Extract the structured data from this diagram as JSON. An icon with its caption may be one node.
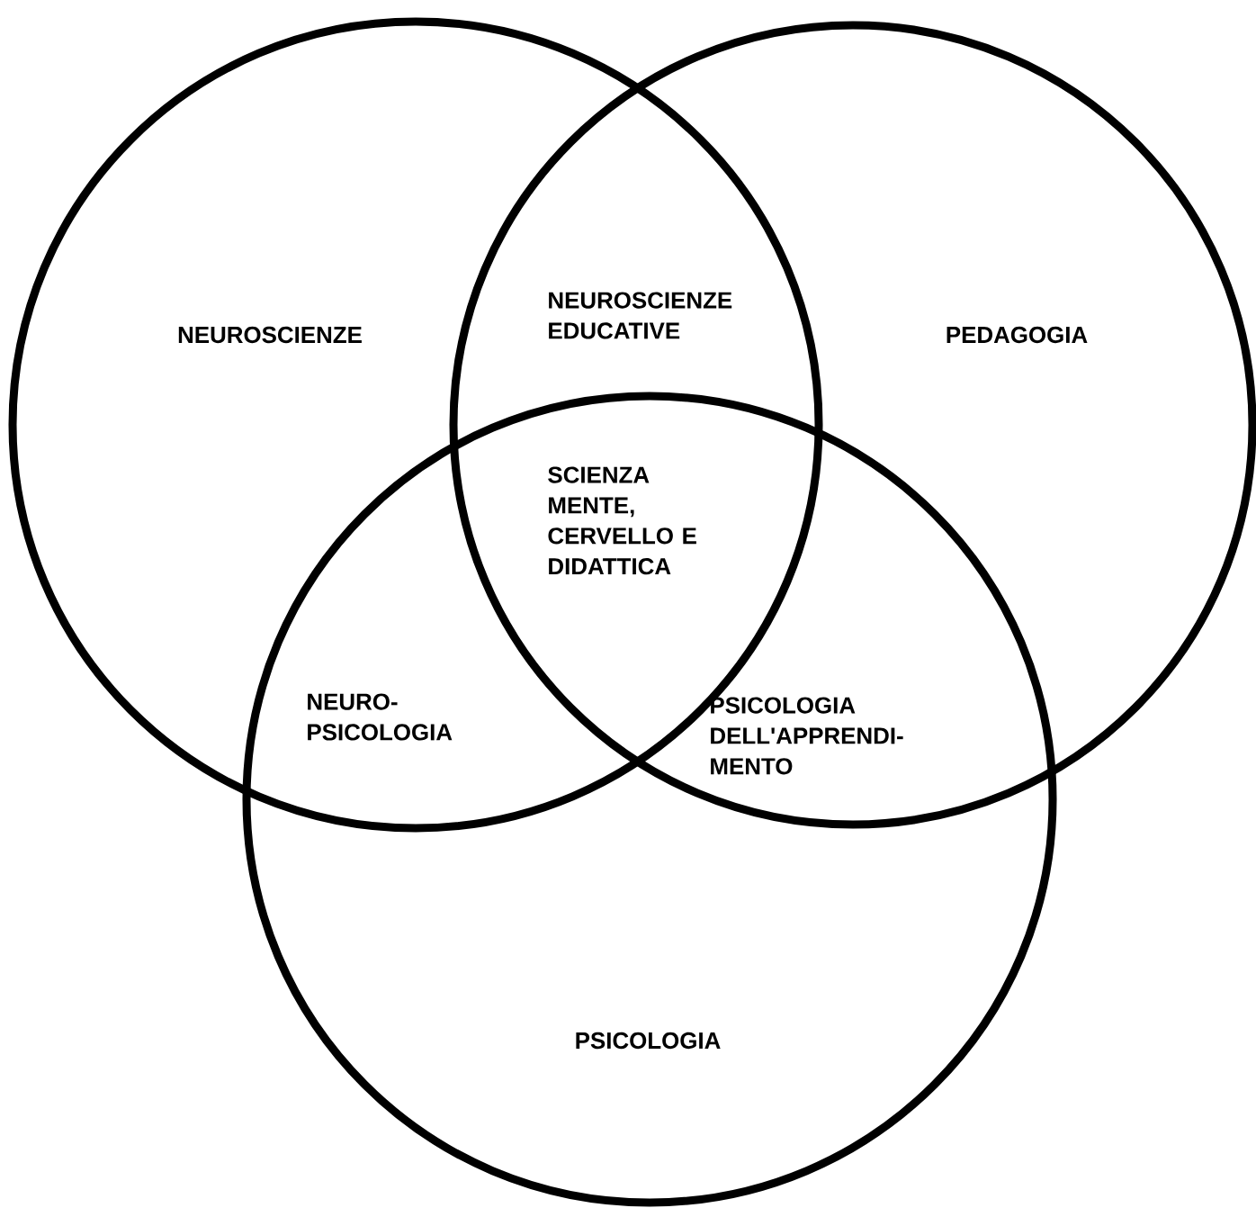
{
  "diagram": {
    "nodes": [
      {
        "text": [
          "NEUROSCIENZE"
        ]
      },
      {
        "text": [
          "PEDAGOGIA"
        ]
      },
      {
        "text": [
          "PSICOLOGIA"
        ]
      }
    ],
    "labels": [
      "NEUROSCIENZE EDUCATIVE",
      "SCIENZA MENTE, CERVELLO E DIDATTICA",
      "NEURO- PSICOLOGIA",
      "PSICOLOGIA DELL'APPRENDI- MENTO"
    ]
  }
}
